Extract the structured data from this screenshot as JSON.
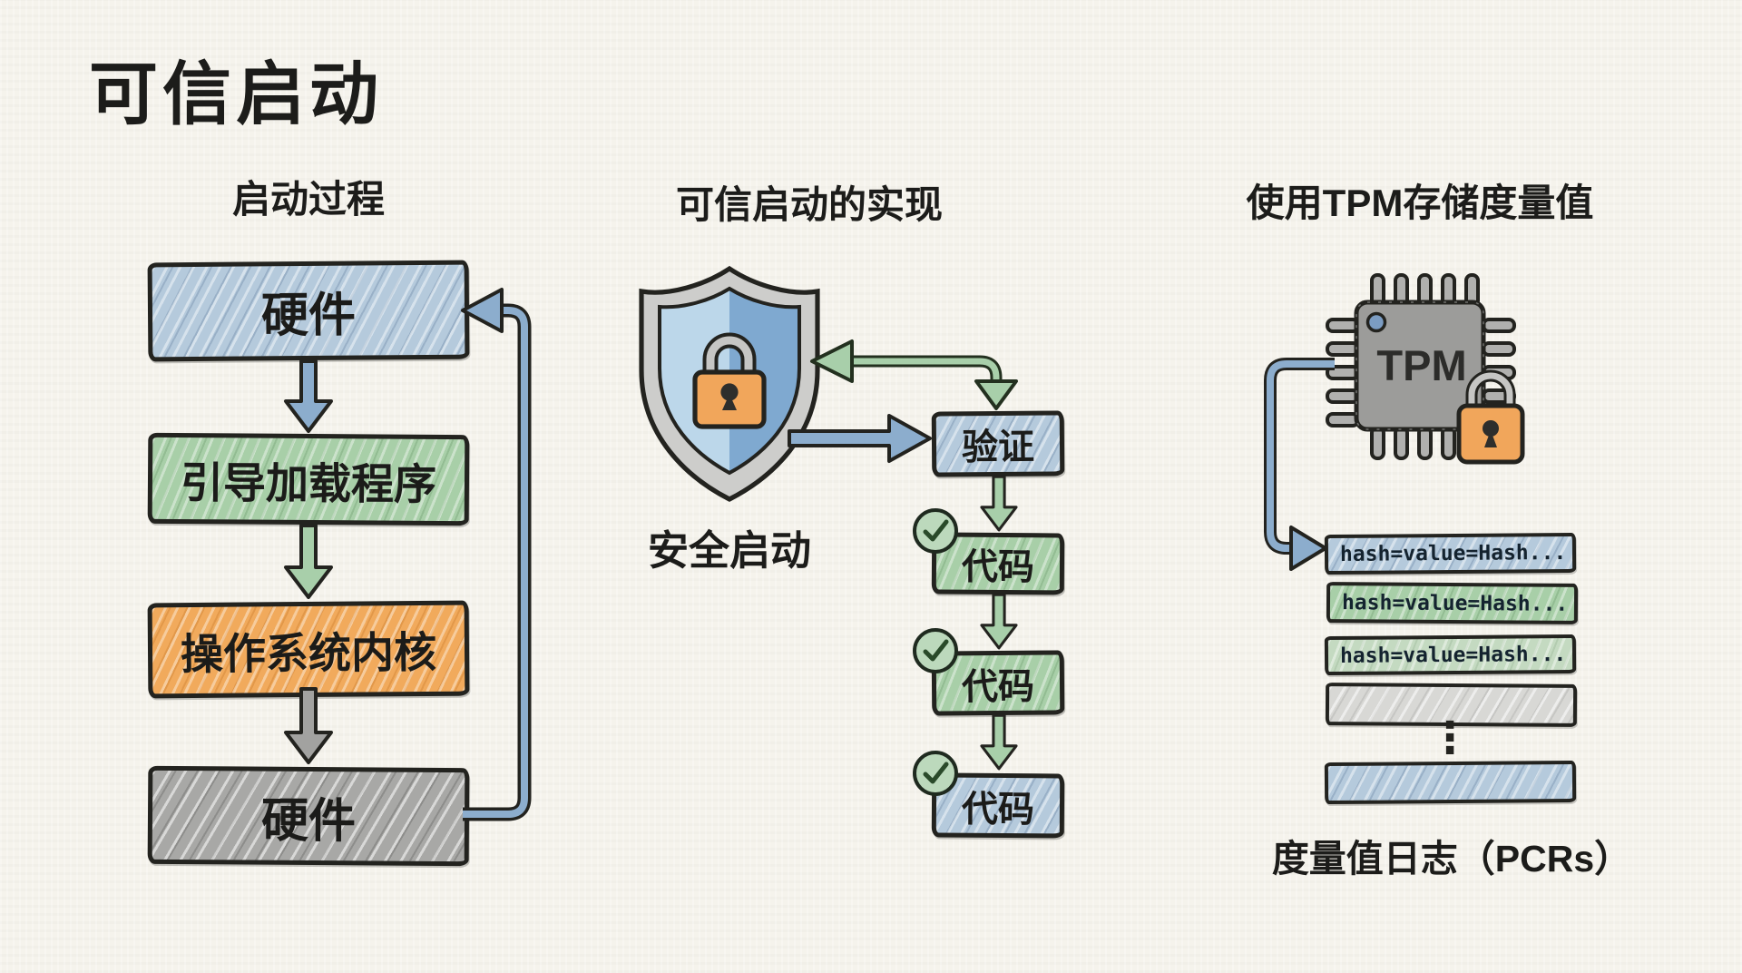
{
  "title": "可信启动",
  "colors": {
    "background": "#f5f3ec",
    "box_blue": "#b5cadc",
    "box_green": "#a8cfa8",
    "box_orange": "#f1aa5c",
    "box_gray": "#a8a8a6",
    "arrow_blue": "#8cadcd",
    "arrow_green": "#a8cfaa",
    "arrow_gray": "#a2a2a0",
    "lock_orange": "#f1a65b",
    "outline": "#23231f"
  },
  "boot_process": {
    "heading": "启动过程",
    "steps": [
      {
        "label": "硬件",
        "color": "blue"
      },
      {
        "label": "引导加载程序",
        "color": "green"
      },
      {
        "label": "操作系统内核",
        "color": "orange"
      },
      {
        "label": "硬件",
        "color": "gray"
      }
    ]
  },
  "implementation": {
    "heading": "可信启动的实现",
    "shield_caption": "安全启动",
    "verify_label": "验证",
    "code_steps": [
      {
        "label": "代码",
        "color": "green"
      },
      {
        "label": "代码",
        "color": "green"
      },
      {
        "label": "代码",
        "color": "blue"
      }
    ]
  },
  "tpm_section": {
    "heading": "使用TPM存储度量值",
    "chip_label": "TPM",
    "pcr_rows": [
      {
        "text": "hash=value=Hash...",
        "color": "blue"
      },
      {
        "text": "hash=value=Hash...",
        "color": "green"
      },
      {
        "text": "hash=value=Hash...",
        "color": "light-green"
      },
      {
        "text": "",
        "color": "gray"
      },
      {
        "text": "",
        "color": "blue"
      }
    ],
    "ellipsis": "⋮",
    "caption": "度量值日志（PCRs）"
  }
}
